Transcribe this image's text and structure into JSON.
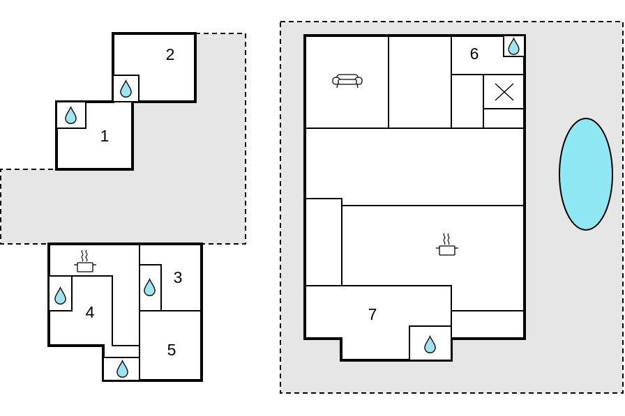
{
  "room_labels": {
    "r1": "1",
    "r2": "2",
    "r3": "3",
    "r4": "4",
    "r5": "5",
    "r6": "6",
    "r7": "7"
  },
  "icons": {
    "bathroom": "water-drop-icon",
    "kitchen": "cooking-pot-icon",
    "living": "sofa-icon",
    "chimney": "cross-icon",
    "pool": "pool-shape"
  },
  "colors": {
    "terrace": "#e6e6e6",
    "water": "#9fe3ee",
    "pool": "#8fe8f4",
    "walls": "#000000"
  }
}
